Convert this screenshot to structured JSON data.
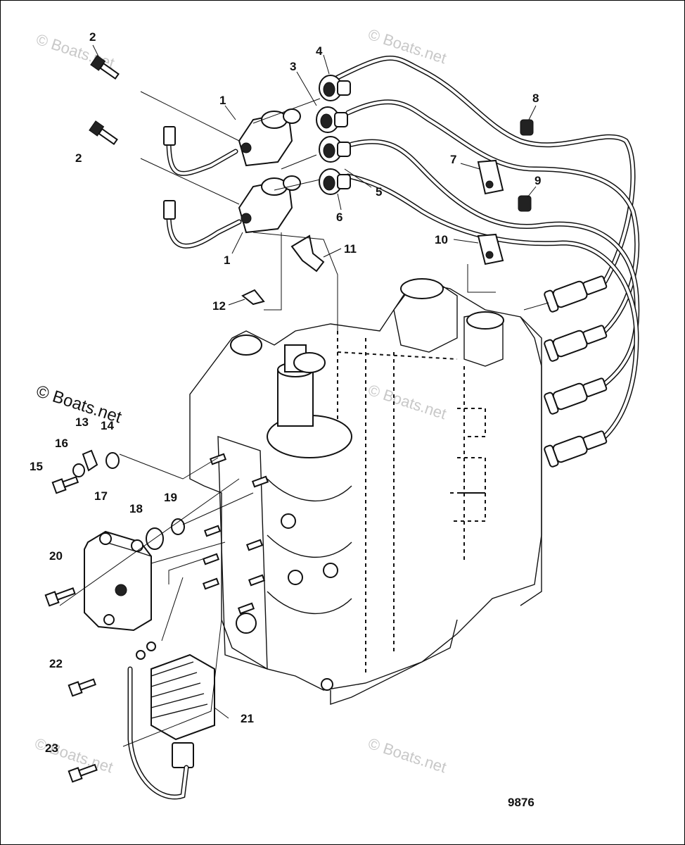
{
  "watermarks": [
    {
      "text": "© Boats.net"
    },
    {
      "text": "© Boats.net"
    },
    {
      "text": "© Boats.net"
    },
    {
      "text": "© Boats.net"
    },
    {
      "text": "© Boats.net"
    },
    {
      "text": "© Boats.net"
    }
  ],
  "labels": [
    "1",
    "1",
    "2",
    "2",
    "3",
    "4",
    "5",
    "6",
    "7",
    "8",
    "9",
    "10",
    "11",
    "12",
    "13",
    "14",
    "15",
    "16",
    "17",
    "18",
    "19",
    "20",
    "21",
    "22",
    "23"
  ],
  "figure_number": "9876"
}
